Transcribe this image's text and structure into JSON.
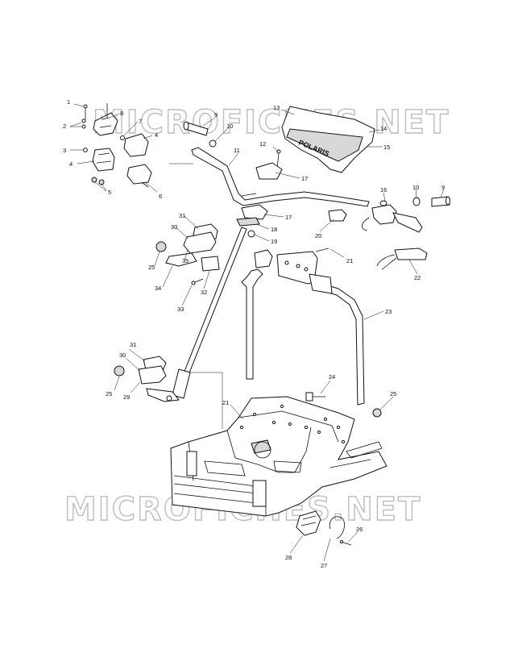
{
  "watermark": "MICROFICHES.NET",
  "brand": "POLARIS",
  "callouts": {
    "c1": "1",
    "c2": "2",
    "c3": "3",
    "c4a": "4",
    "c4b": "4",
    "c5": "5",
    "c6": "6",
    "c7": "7",
    "c8": "8",
    "c9a": "9",
    "c9b": "9",
    "c10a": "10",
    "c10b": "10",
    "c11": "11",
    "c12": "12",
    "c13": "13",
    "c14": "14",
    "c15": "15",
    "c16": "16",
    "c17a": "17",
    "c17b": "17",
    "c18": "18",
    "c19": "19",
    "c20": "20",
    "c21a": "21",
    "c21b": "21",
    "c22": "22",
    "c23": "23",
    "c24": "24",
    "c25a": "25",
    "c25b": "25",
    "c25c": "25",
    "c26": "26",
    "c27": "27",
    "c28": "28",
    "c29": "29",
    "c30a": "30",
    "c30b": "30",
    "c31a": "31",
    "c31b": "31",
    "c32": "32",
    "c33": "33",
    "c34": "34",
    "c35": "35"
  }
}
